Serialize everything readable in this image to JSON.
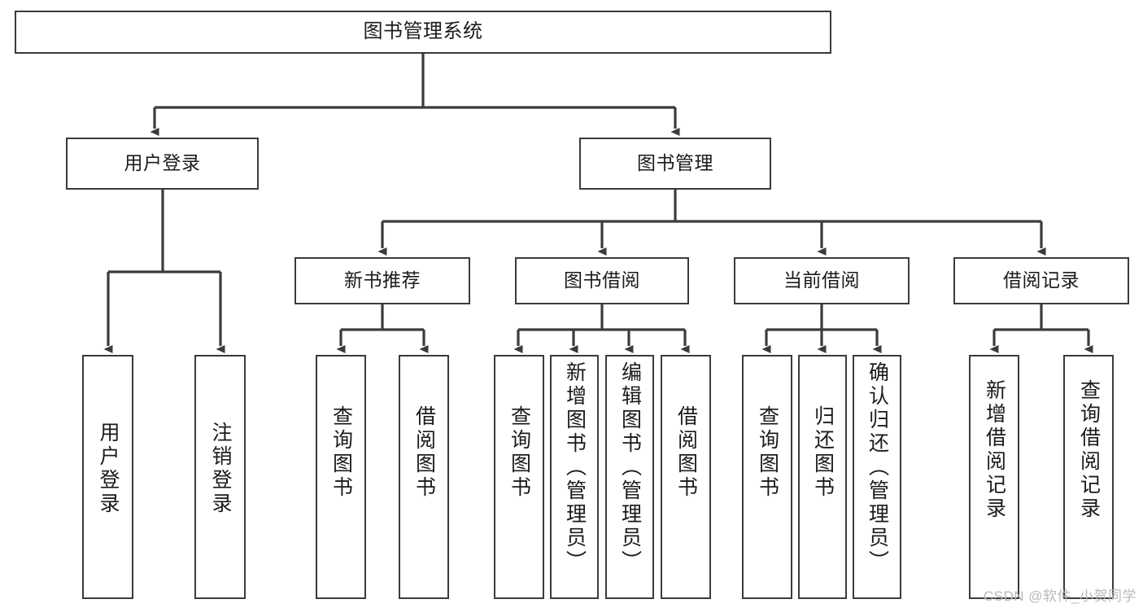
{
  "diagram": {
    "title": "图书管理系统",
    "type": "tree-hierarchy-chart",
    "watermark": "CSDN @软件_小贺同学",
    "line_color": "#3b3b3b",
    "box_fill": "#ffffff",
    "text_color": "#1b1b1b"
  },
  "nodes": {
    "root": {
      "label": "图书管理系统"
    },
    "level2": [
      {
        "label": "用户登录"
      },
      {
        "label": "图书管理"
      }
    ],
    "level3": [
      {
        "label": "新书推荐"
      },
      {
        "label": "图书借阅"
      },
      {
        "label": "当前借阅"
      },
      {
        "label": "借阅记录"
      }
    ],
    "leaves": {
      "user_login": [
        {
          "label": "用户登录"
        },
        {
          "label": "注销登录"
        }
      ],
      "new_book_recommend": [
        {
          "label": "查询图书"
        },
        {
          "label": "借阅图书"
        }
      ],
      "book_borrow": [
        {
          "label": "查询图书"
        },
        {
          "label": "新增图书（管理员）"
        },
        {
          "label": "编辑图书（管理员）"
        },
        {
          "label": "借阅图书"
        }
      ],
      "current_borrow": [
        {
          "label": "查询图书"
        },
        {
          "label": "归还图书"
        },
        {
          "label": "确认归还（管理员）"
        }
      ],
      "borrow_record": [
        {
          "label": "新增借阅记录"
        },
        {
          "label": "查询借阅记录"
        }
      ]
    }
  }
}
